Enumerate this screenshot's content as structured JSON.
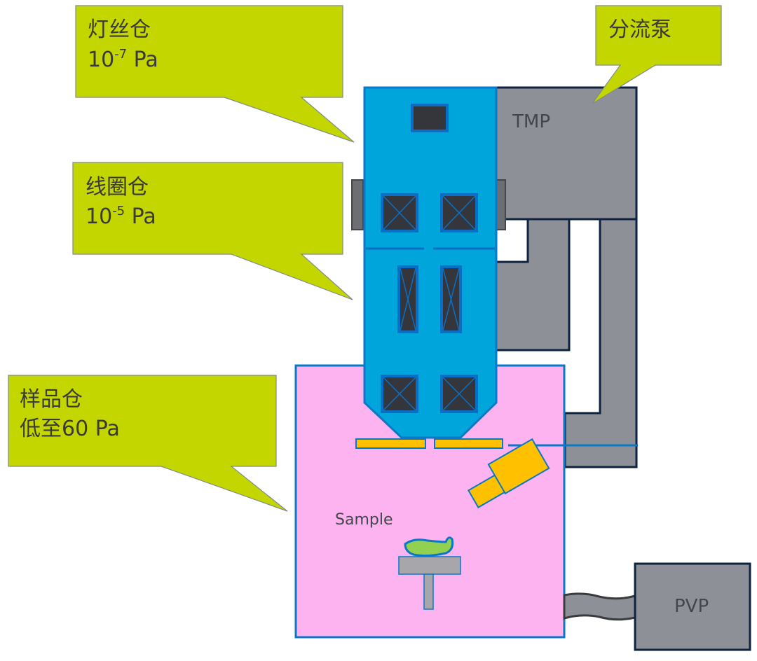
{
  "callouts": [
    {
      "title": "灯丝仓",
      "pressure_base": "10",
      "pressure_exp": "-7",
      "pressure_unit": " Pa"
    },
    {
      "title": "线圈仓",
      "pressure_base": "10",
      "pressure_exp": "-5",
      "pressure_unit": " Pa"
    },
    {
      "title": "样品仓",
      "pressure_text": "低至60 Pa"
    },
    {
      "title": "分流泵"
    }
  ],
  "labels": {
    "tmp": "TMP",
    "pvp": "PVP",
    "sample": "Sample"
  },
  "colors": {
    "column": "#00a5dc",
    "chamber": "#fcb3f0",
    "callout": "#c4d600",
    "pump": "#8e9097",
    "detector": "#ffc000",
    "sample": "#92d050"
  }
}
